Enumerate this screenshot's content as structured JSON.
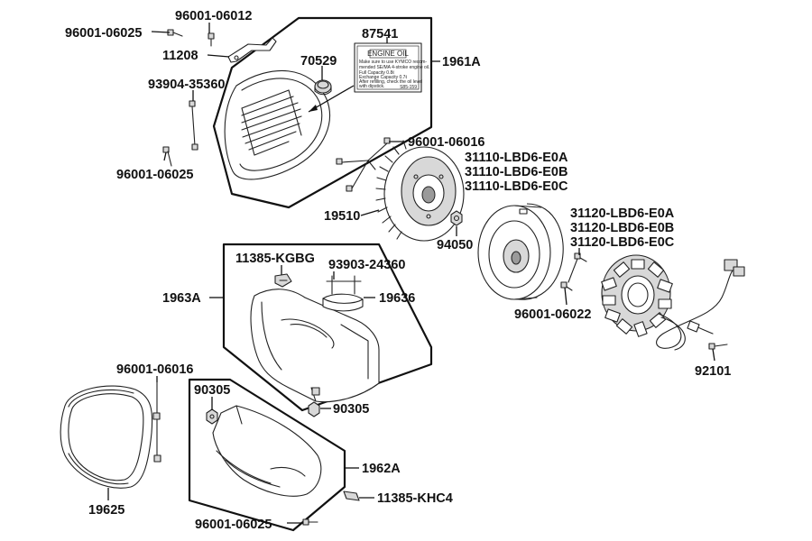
{
  "diagram": {
    "labels": {
      "p96001_06025_top": "96001-06025",
      "p96001_06012": "96001-06012",
      "p11208": "11208",
      "p87541": "87541",
      "p1961A": "1961A",
      "p70529": "70529",
      "p93904_35360": "93904-35360",
      "p96001_06025_mid": "96001-06025",
      "p96001_06016_top": "96001-06016",
      "p31110_E0A": "31110-LBD6-E0A",
      "p31110_E0B": "31110-LBD6-E0B",
      "p31110_E0C": "31110-LBD6-E0C",
      "p19510": "19510",
      "p31120_E0A": "31120-LBD6-E0A",
      "p31120_E0B": "31120-LBD6-E0B",
      "p31120_E0C": "31120-LBD6-E0C",
      "p94050": "94050",
      "p11385_KGBG": "11385-KGBG",
      "p93903_24360": "93903-24360",
      "p1963A": "1963A",
      "p19636": "19636",
      "p96001_06022": "96001-06022",
      "p92101": "92101",
      "p96001_06016_left": "96001-06016",
      "p90305_upper": "90305",
      "p90305_lower": "90305",
      "p1962A": "1962A",
      "p19625": "19625",
      "p11385_KHC4": "11385-KHC4",
      "p96001_06025_bottom": "96001-06025"
    },
    "engine_oil_label": {
      "title": "ENGINE OIL",
      "line1": "Make sure to use KYMCO recom-",
      "line2": "mended SE/MA 4-stroke engine oil.",
      "line3": "Full Capacity      0.8ℓ",
      "line4": "Exchange Capacity  0.7ℓ",
      "line5": "After refilling, check the oil level",
      "line6": "with dipstick.",
      "code": "S85-159"
    }
  }
}
